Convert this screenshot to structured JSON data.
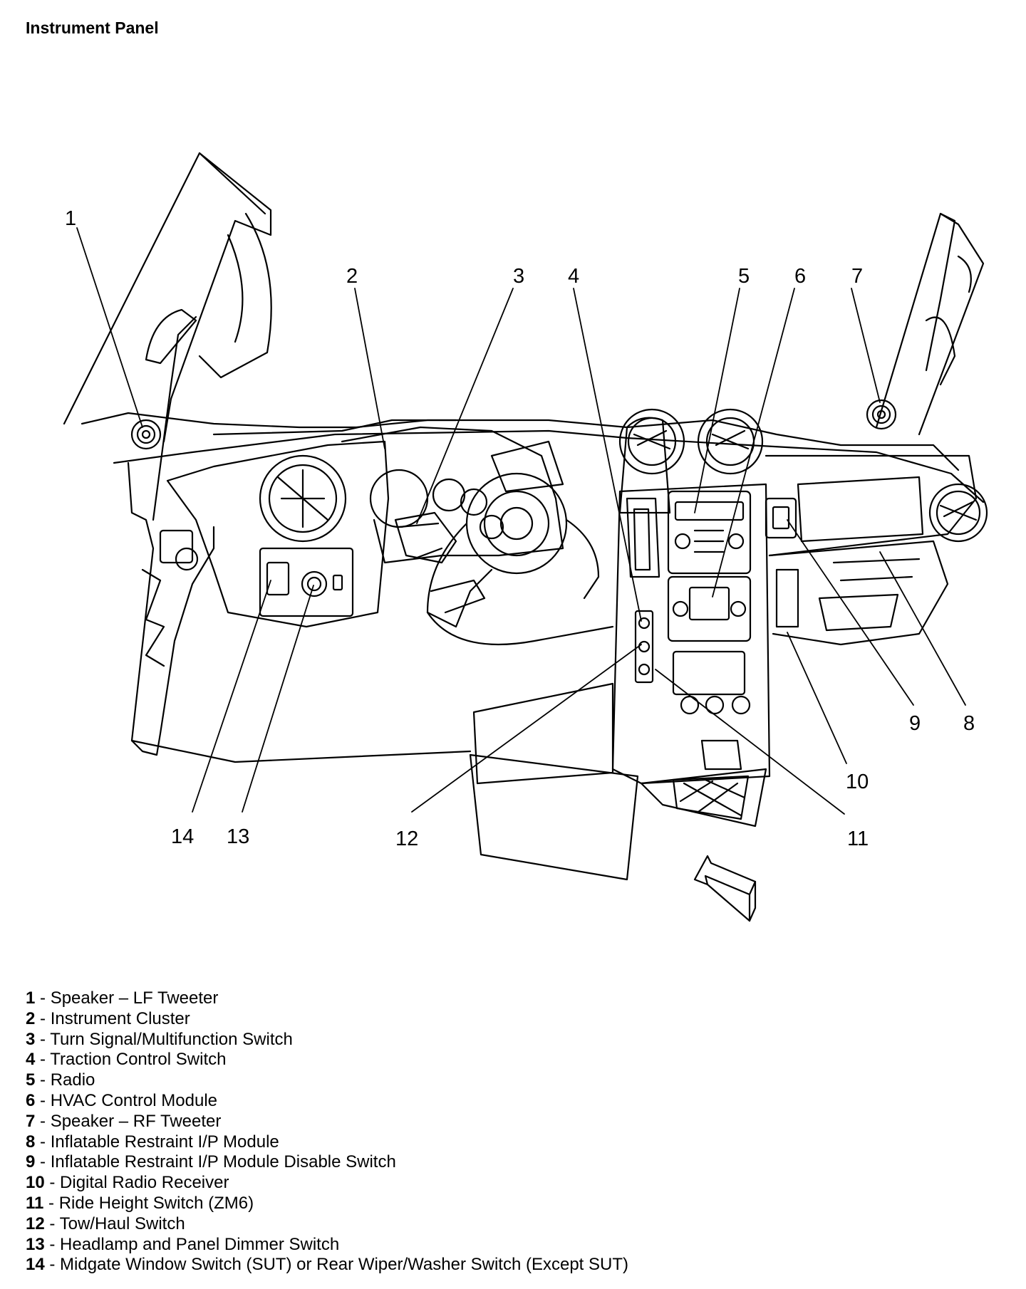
{
  "title": "Instrument Panel",
  "callouts": [
    "1",
    "2",
    "3",
    "4",
    "5",
    "6",
    "7",
    "8",
    "9",
    "10",
    "11",
    "12",
    "13",
    "14"
  ],
  "legend": [
    {
      "num": "1",
      "sep": " - ",
      "text": "Speaker – LF Tweeter"
    },
    {
      "num": "2",
      "sep": " - ",
      "text": "Instrument Cluster"
    },
    {
      "num": "3",
      "sep": " - ",
      "text": "Turn Signal/Multifunction Switch"
    },
    {
      "num": "4",
      "sep": " - ",
      "text": "Traction Control Switch"
    },
    {
      "num": "5",
      "sep": " - ",
      "text": "Radio"
    },
    {
      "num": "6",
      "sep": " - ",
      "text": "HVAC Control Module"
    },
    {
      "num": "7",
      "sep": " - ",
      "text": "Speaker – RF Tweeter"
    },
    {
      "num": "8",
      "sep": " - ",
      "text": "Inflatable Restraint I/P Module"
    },
    {
      "num": "9",
      "sep": " - ",
      "text": "Inflatable Restraint I/P Module Disable Switch"
    },
    {
      "num": "10",
      "sep": " - ",
      "text": "Digital Radio Receiver"
    },
    {
      "num": "11",
      "sep": " - ",
      "text": "Ride Height Switch (ZM6)"
    },
    {
      "num": "12",
      "sep": " - ",
      "text": "Tow/Haul Switch"
    },
    {
      "num": "13",
      "sep": " - ",
      "text": "Headlamp and Panel Dimmer Switch"
    },
    {
      "num": "14",
      "sep": " - ",
      "text": "Midgate Window Switch (SUT) or Rear Wiper/Washer Switch (Except SUT)"
    }
  ]
}
